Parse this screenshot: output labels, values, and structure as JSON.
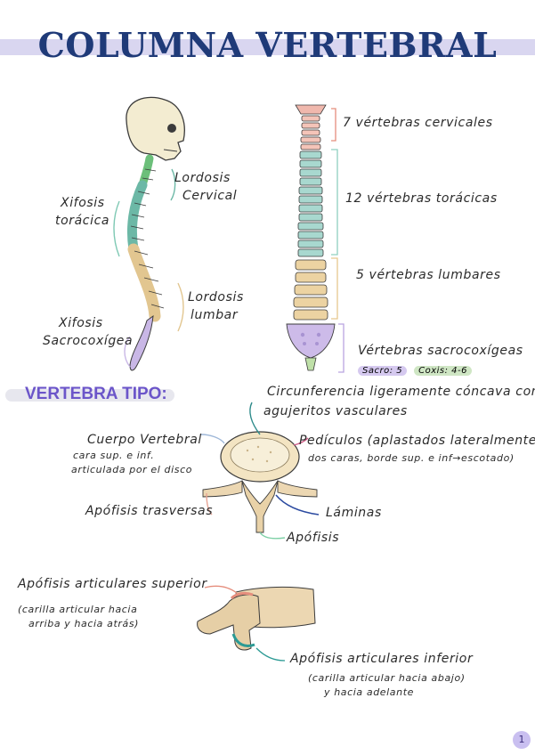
{
  "title": "COLUMNA VERTEBRAL",
  "lateral_view": {
    "lordosis_cervical": [
      "Lordosis",
      "Cervical"
    ],
    "xifosis_toracica": [
      "Xifosis",
      "torácica"
    ],
    "lordosis_lumbar": [
      "Lordosis",
      "lumbar"
    ],
    "xifosis_sacrocoxigea": [
      "Xifosis",
      "Sacrocoxígea"
    ]
  },
  "front_view": {
    "cervicales": "7 vértebras cervicales",
    "toracicas": "12 vértebras torácicas",
    "lumbares": "5 vértebras lumbares",
    "sacrocoxigeas": "Vértebras sacrocoxígeas",
    "sacro_pill": "Sacro: 5",
    "coxis_pill": "Coxis: 4-6"
  },
  "vertebra_tipo": {
    "heading": "VERTEBRA TIPO:",
    "circunferencia": [
      "Circunferencia ligeramente cóncava con",
      "agujeritos vasculares"
    ],
    "cuerpo": "Cuerpo Vertebral",
    "cuerpo_note": [
      "cara sup. e inf.",
      "articulada por el disco"
    ],
    "pediculos": "Pedículos (aplastados lateralmente",
    "pediculos_note": "dos caras, borde sup. e inf→escotado)",
    "apofisis_trasversas": "Apófisis trasversas",
    "laminas": "Láminas",
    "apofisis": "Apófisis"
  },
  "articulares": {
    "superior": "Apófisis articulares superior",
    "superior_note": [
      "(carilla articular hacia",
      "arriba y hacia atrás)"
    ],
    "inferior": "Apófisis articulares inferior",
    "inferior_note": [
      "(carilla articular hacia abajo)",
      "y hacia adelante"
    ]
  },
  "page_number": "1"
}
